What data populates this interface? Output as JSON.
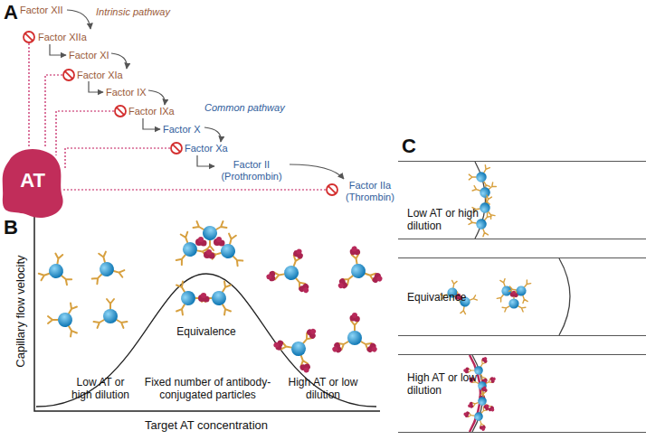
{
  "diagram": {
    "nodes": [
      {
        "text": [
          "AT"
        ]
      },
      {
        "text": [
          "Low AT or high dilution"
        ]
      },
      {
        "text": [
          "Equivalence"
        ]
      },
      {
        "text": [
          "High AT or low dilution"
        ]
      }
    ],
    "labels": [
      "A",
      "Factor XII",
      "Intrinsic pathway",
      "Factor XIIa",
      "Factor XI",
      "Factor XIa",
      "Factor IX",
      "Factor IXa",
      "Common pathway",
      "Factor X",
      "Factor Xa",
      "Factor II (Prothrombin)",
      "Factor IIa (Thrombin)",
      "B",
      "Capillary flow velocity",
      "Equivalence",
      "Low AT or high dilution",
      "Fixed number of antibody-conjugated particles",
      "High AT or low dilution",
      "Target AT concentration",
      "C"
    ]
  }
}
